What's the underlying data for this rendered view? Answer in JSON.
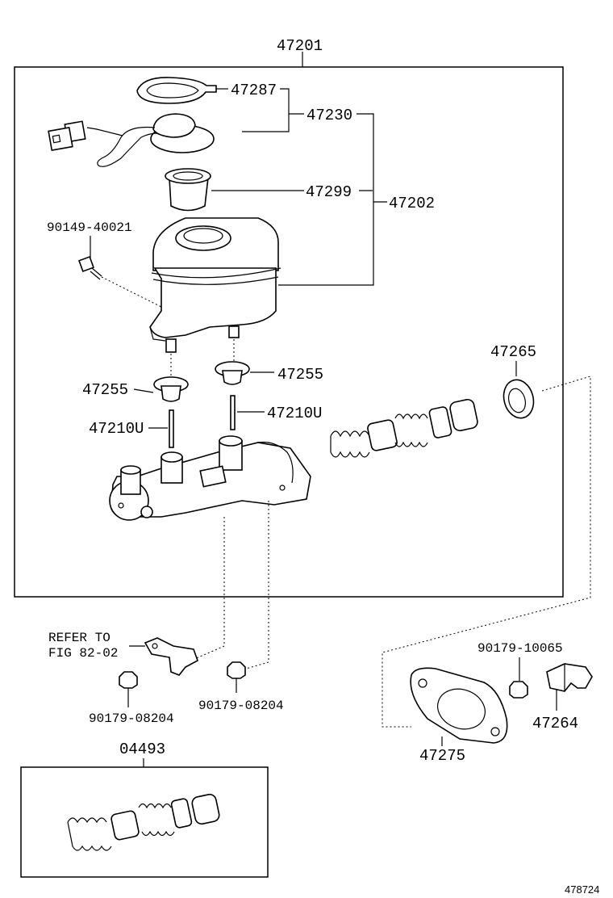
{
  "labels": {
    "assembly": "47201",
    "gasket": "47287",
    "cap_assy": "47230",
    "strainer": "47299",
    "reservoir_assy": "47202",
    "bolt": "90149-40021",
    "grommet_left": "47255",
    "grommet_right": "47255",
    "seal_ring": "47265",
    "union_left": "47210U",
    "union_right": "47210U",
    "refer_line1": "REFER TO",
    "refer_line2": "FIG 82-02",
    "nut_left": "90179-08204",
    "nut_right": "90179-08204",
    "nut_bracket": "90179-10065",
    "bracket": "47264",
    "plate_gasket": "47275",
    "kit": "04493",
    "diagram_ref": "478724"
  }
}
